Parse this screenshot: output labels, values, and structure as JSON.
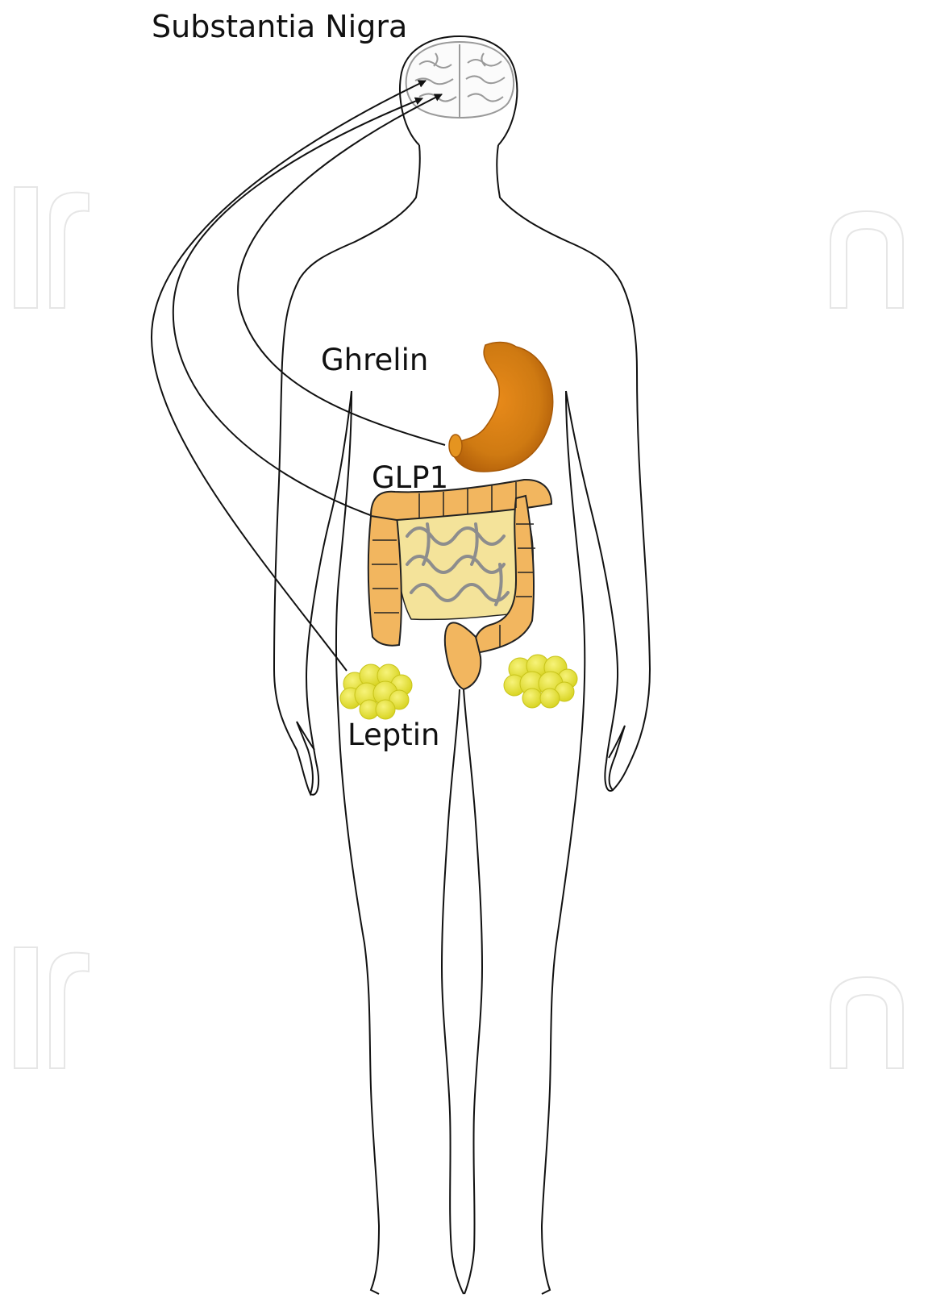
{
  "labels": {
    "brain": "Substantia Nigra",
    "ghrelin": "Ghrelin",
    "glp1": "GLP1",
    "leptin": "Leptin"
  },
  "colors": {
    "outline": "#111111",
    "stomach": "#d9871e",
    "colon": "#f2b65f",
    "small_intestine": "#f4e39a",
    "fat": "#ecea3a",
    "brain": "#9a9a9a",
    "watermark": "#ececec"
  },
  "icons": {
    "brain": "brain-icon",
    "stomach": "stomach-icon",
    "intestines": "intestines-icon",
    "fat": "adipose-tissue-icon"
  }
}
